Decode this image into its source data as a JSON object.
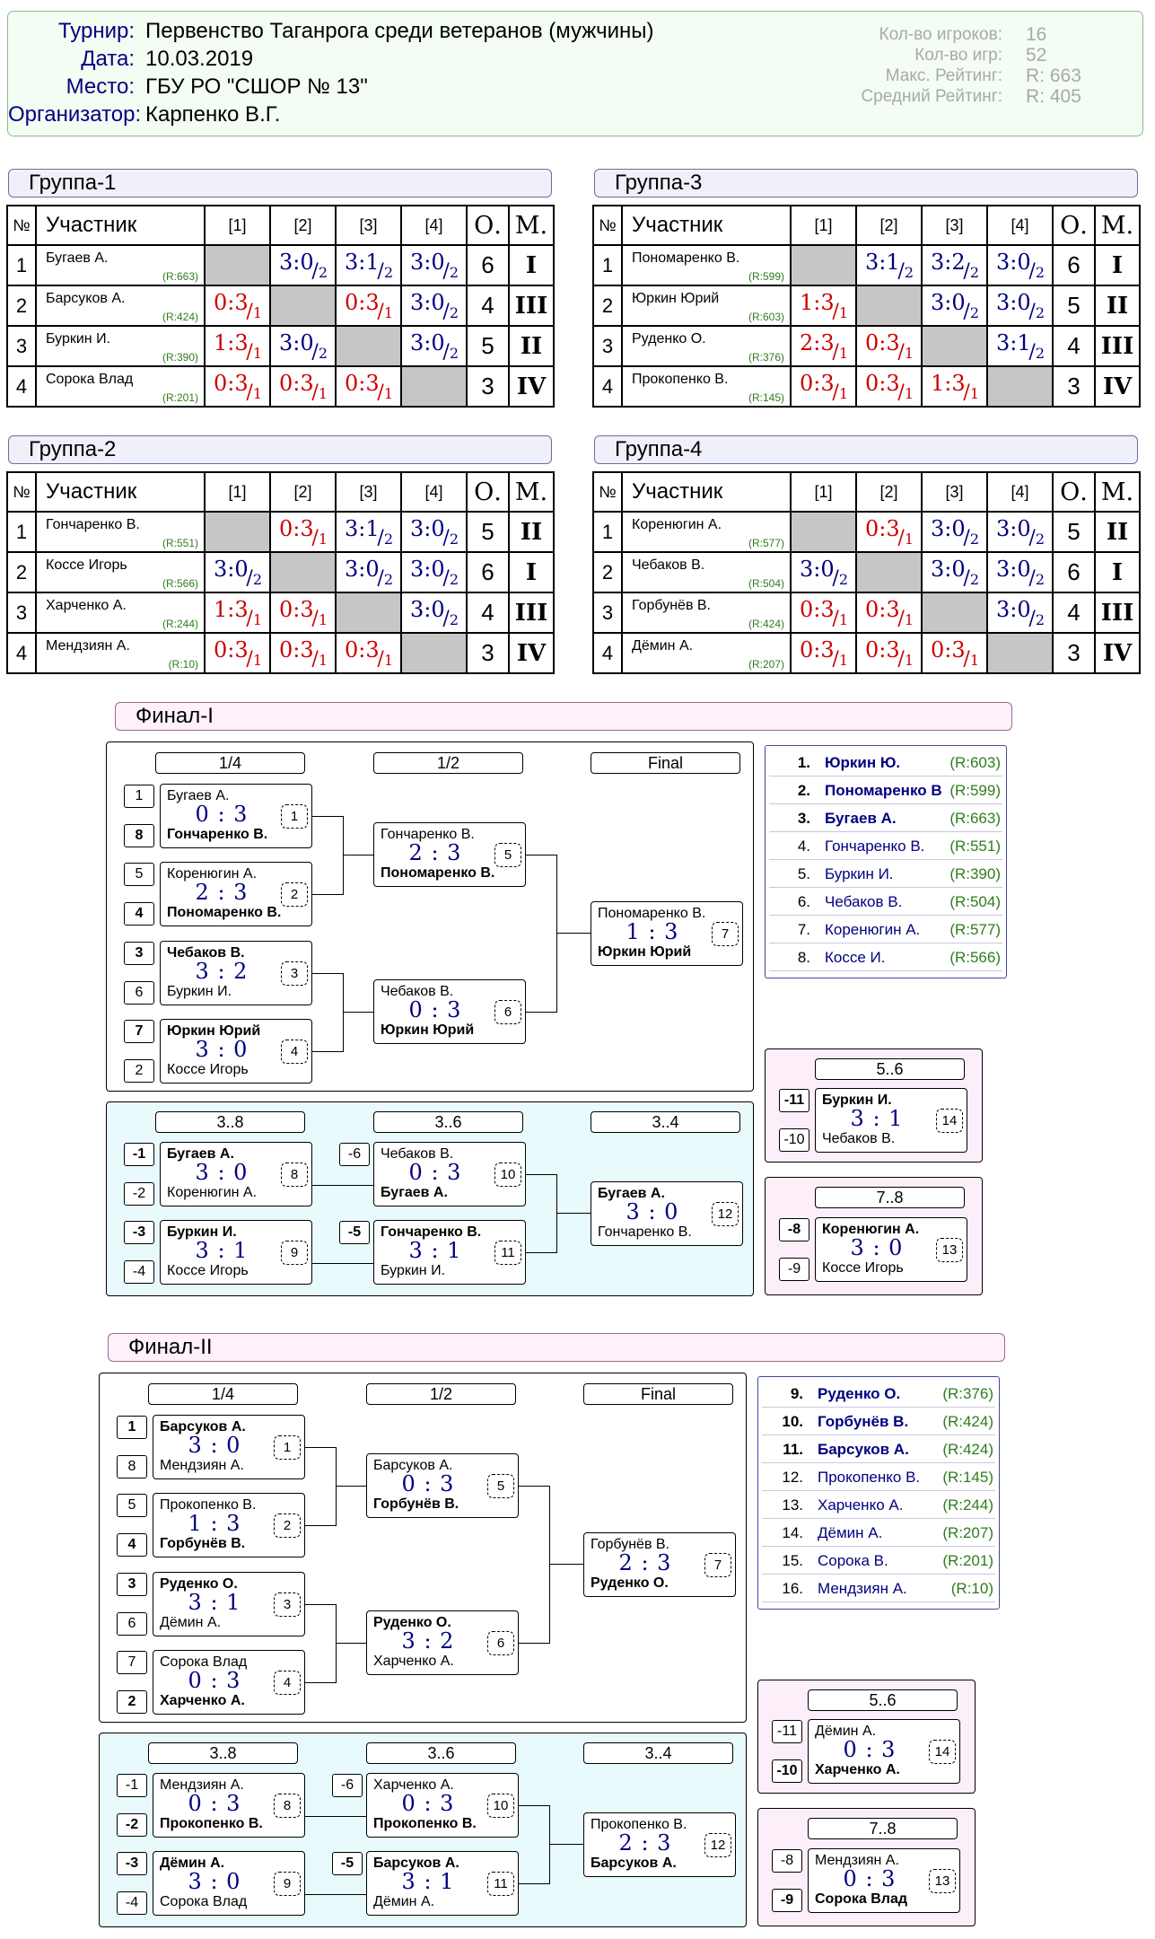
{
  "header": {
    "rows": [
      {
        "label": "Турнир:",
        "value": "Первенство Таганрога среди ветеранов (мужчины)"
      },
      {
        "label": "Дата:",
        "value": "10.03.2019"
      },
      {
        "label": "Место:",
        "value": "ГБУ РО \"СШОР № 13\""
      },
      {
        "label": "Организатор:",
        "value": "Карпенко В.Г."
      }
    ],
    "stats": [
      {
        "label": "Кол-во игроков:",
        "value": "16"
      },
      {
        "label": "Кол-во игр:",
        "value": "52"
      },
      {
        "label": "Макс. Рейтинг:",
        "value": "R: 663"
      },
      {
        "label": "Средний Рейтинг:",
        "value": "R: 405"
      }
    ]
  },
  "table_headers": {
    "num": "№",
    "player": "Участник",
    "c1": "[1]",
    "c2": "[2]",
    "c3": "[3]",
    "c4": "[4]",
    "points": "О.",
    "place": "М."
  },
  "groups": [
    {
      "title": "Группа-1",
      "rows": [
        {
          "n": "1",
          "name": "Бугаев А.",
          "rating": "(R:663)",
          "cells": [
            null,
            {
              "s": "3:0",
              "p": "2"
            },
            {
              "s": "3:1",
              "p": "2"
            },
            {
              "s": "3:0",
              "p": "2"
            }
          ],
          "points": "6",
          "place": "I"
        },
        {
          "n": "2",
          "name": "Барсуков А.",
          "rating": "(R:424)",
          "cells": [
            {
              "s": "0:3",
              "p": "1"
            },
            null,
            {
              "s": "0:3",
              "p": "1"
            },
            {
              "s": "3:0",
              "p": "2"
            }
          ],
          "points": "4",
          "place": "III"
        },
        {
          "n": "3",
          "name": "Буркин И.",
          "rating": "(R:390)",
          "cells": [
            {
              "s": "1:3",
              "p": "1"
            },
            {
              "s": "3:0",
              "p": "2"
            },
            null,
            {
              "s": "3:0",
              "p": "2"
            }
          ],
          "points": "5",
          "place": "II"
        },
        {
          "n": "4",
          "name": "Сорока Влад",
          "rating": "(R:201)",
          "cells": [
            {
              "s": "0:3",
              "p": "1"
            },
            {
              "s": "0:3",
              "p": "1"
            },
            {
              "s": "0:3",
              "p": "1"
            },
            null
          ],
          "points": "3",
          "place": "IV"
        }
      ]
    },
    {
      "title": "Группа-3",
      "rows": [
        {
          "n": "1",
          "name": "Пономаренко В.",
          "rating": "(R:599)",
          "cells": [
            null,
            {
              "s": "3:1",
              "p": "2"
            },
            {
              "s": "3:2",
              "p": "2"
            },
            {
              "s": "3:0",
              "p": "2"
            }
          ],
          "points": "6",
          "place": "I"
        },
        {
          "n": "2",
          "name": "Юркин Юрий",
          "rating": "(R:603)",
          "cells": [
            {
              "s": "1:3",
              "p": "1"
            },
            null,
            {
              "s": "3:0",
              "p": "2"
            },
            {
              "s": "3:0",
              "p": "2"
            }
          ],
          "points": "5",
          "place": "II"
        },
        {
          "n": "3",
          "name": "Руденко О.",
          "rating": "(R:376)",
          "cells": [
            {
              "s": "2:3",
              "p": "1"
            },
            {
              "s": "0:3",
              "p": "1"
            },
            null,
            {
              "s": "3:1",
              "p": "2"
            }
          ],
          "points": "4",
          "place": "III"
        },
        {
          "n": "4",
          "name": "Прокопенко В.",
          "rating": "(R:145)",
          "cells": [
            {
              "s": "0:3",
              "p": "1"
            },
            {
              "s": "0:3",
              "p": "1"
            },
            {
              "s": "1:3",
              "p": "1"
            },
            null
          ],
          "points": "3",
          "place": "IV"
        }
      ]
    },
    {
      "title": "Группа-2",
      "rows": [
        {
          "n": "1",
          "name": "Гончаренко В.",
          "rating": "(R:551)",
          "cells": [
            null,
            {
              "s": "0:3",
              "p": "1"
            },
            {
              "s": "3:1",
              "p": "2"
            },
            {
              "s": "3:0",
              "p": "2"
            }
          ],
          "points": "5",
          "place": "II"
        },
        {
          "n": "2",
          "name": "Коссе Игорь",
          "rating": "(R:566)",
          "cells": [
            {
              "s": "3:0",
              "p": "2"
            },
            null,
            {
              "s": "3:0",
              "p": "2"
            },
            {
              "s": "3:0",
              "p": "2"
            }
          ],
          "points": "6",
          "place": "I"
        },
        {
          "n": "3",
          "name": "Харченко А.",
          "rating": "(R:244)",
          "cells": [
            {
              "s": "1:3",
              "p": "1"
            },
            {
              "s": "0:3",
              "p": "1"
            },
            null,
            {
              "s": "3:0",
              "p": "2"
            }
          ],
          "points": "4",
          "place": "III"
        },
        {
          "n": "4",
          "name": "Мендзиян А.",
          "rating": "(R:10)",
          "cells": [
            {
              "s": "0:3",
              "p": "1"
            },
            {
              "s": "0:3",
              "p": "1"
            },
            {
              "s": "0:3",
              "p": "1"
            },
            null
          ],
          "points": "3",
          "place": "IV"
        }
      ]
    },
    {
      "title": "Группа-4",
      "rows": [
        {
          "n": "1",
          "name": "Коренюгин А.",
          "rating": "(R:577)",
          "cells": [
            null,
            {
              "s": "0:3",
              "p": "1"
            },
            {
              "s": "3:0",
              "p": "2"
            },
            {
              "s": "3:0",
              "p": "2"
            }
          ],
          "points": "5",
          "place": "II"
        },
        {
          "n": "2",
          "name": "Чебаков В.",
          "rating": "(R:504)",
          "cells": [
            {
              "s": "3:0",
              "p": "2"
            },
            null,
            {
              "s": "3:0",
              "p": "2"
            },
            {
              "s": "3:0",
              "p": "2"
            }
          ],
          "points": "6",
          "place": "I"
        },
        {
          "n": "3",
          "name": "Горбунёв В.",
          "rating": "(R:424)",
          "cells": [
            {
              "s": "0:3",
              "p": "1"
            },
            {
              "s": "0:3",
              "p": "1"
            },
            null,
            {
              "s": "3:0",
              "p": "2"
            }
          ],
          "points": "4",
          "place": "III"
        },
        {
          "n": "4",
          "name": "Дёмин А.",
          "rating": "(R:207)",
          "cells": [
            {
              "s": "0:3",
              "p": "1"
            },
            {
              "s": "0:3",
              "p": "1"
            },
            {
              "s": "0:3",
              "p": "1"
            },
            null
          ],
          "points": "3",
          "place": "IV"
        }
      ]
    }
  ],
  "finals": [
    {
      "title": "Финал-I",
      "rounds": [
        "1/4",
        "1/2",
        "Final",
        "3..8",
        "3..6",
        "3..4",
        "5..6",
        "7..8"
      ],
      "seeds": [
        "1",
        "8",
        "5",
        "4",
        "3",
        "6",
        "7",
        "2",
        "-1",
        "-2",
        "-3",
        "-4",
        "-6",
        "-5",
        "-11",
        "-10",
        "-8",
        "-9"
      ],
      "matches": [
        {
          "no": "1",
          "top": "Бугаев А.",
          "bot": "Гончаренко В.",
          "score": "0 : 3",
          "w": "bot"
        },
        {
          "no": "2",
          "top": "Коренюгин А.",
          "bot": "Пономаренко В.",
          "score": "2 : 3",
          "w": "bot"
        },
        {
          "no": "3",
          "top": "Чебаков В.",
          "bot": "Буркин И.",
          "score": "3 : 2",
          "w": "top"
        },
        {
          "no": "4",
          "top": "Юркин Юрий",
          "bot": "Коссе Игорь",
          "score": "3 : 0",
          "w": "top"
        },
        {
          "no": "5",
          "top": "Гончаренко В.",
          "bot": "Пономаренко В.",
          "score": "2 : 3",
          "w": "bot"
        },
        {
          "no": "6",
          "top": "Чебаков В.",
          "bot": "Юркин Юрий",
          "score": "0 : 3",
          "w": "bot"
        },
        {
          "no": "7",
          "top": "Пономаренко В.",
          "bot": "Юркин Юрий",
          "score": "1 : 3",
          "w": "bot"
        },
        {
          "no": "8",
          "top": "Бугаев А.",
          "bot": "Коренюгин А.",
          "score": "3 : 0",
          "w": "top"
        },
        {
          "no": "9",
          "top": "Буркин И.",
          "bot": "Коссе Игорь",
          "score": "3 : 1",
          "w": "top"
        },
        {
          "no": "10",
          "top": "Чебаков В.",
          "bot": "Бугаев А.",
          "score": "0 : 3",
          "w": "bot"
        },
        {
          "no": "11",
          "top": "Гончаренко В.",
          "bot": "Буркин И.",
          "score": "3 : 1",
          "w": "top"
        },
        {
          "no": "12",
          "top": "Бугаев А.",
          "bot": "Гончаренко В.",
          "score": "3 : 0",
          "w": "top"
        },
        {
          "no": "14",
          "top": "Буркин И.",
          "bot": "Чебаков В.",
          "score": "3 : 1",
          "w": "top"
        },
        {
          "no": "13",
          "top": "Коренюгин А.",
          "bot": "Коссе Игорь",
          "score": "3 : 0",
          "w": "top"
        }
      ],
      "standings": [
        {
          "place": "1.",
          "name": "Юркин Ю.",
          "rating": "(R:603)"
        },
        {
          "place": "2.",
          "name": "Пономаренко В",
          "rating": "(R:599)"
        },
        {
          "place": "3.",
          "name": "Бугаев А.",
          "rating": "(R:663)"
        },
        {
          "place": "4.",
          "name": "Гончаренко В.",
          "rating": "(R:551)"
        },
        {
          "place": "5.",
          "name": "Буркин И.",
          "rating": "(R:390)"
        },
        {
          "place": "6.",
          "name": "Чебаков В.",
          "rating": "(R:504)"
        },
        {
          "place": "7.",
          "name": "Коренюгин А.",
          "rating": "(R:577)"
        },
        {
          "place": "8.",
          "name": "Коссе И.",
          "rating": "(R:566)"
        }
      ]
    },
    {
      "title": "Финал-II",
      "rounds": [
        "1/4",
        "1/2",
        "Final",
        "3..8",
        "3..6",
        "3..4",
        "5..6",
        "7..8"
      ],
      "seeds": [
        "1",
        "8",
        "5",
        "4",
        "3",
        "6",
        "7",
        "2",
        "-1",
        "-2",
        "-3",
        "-4",
        "-6",
        "-5",
        "-11",
        "-10",
        "-8",
        "-9"
      ],
      "matches": [
        {
          "no": "1",
          "top": "Барсуков А.",
          "bot": "Мендзиян А.",
          "score": "3 : 0",
          "w": "top"
        },
        {
          "no": "2",
          "top": "Прокопенко В.",
          "bot": "Горбунёв В.",
          "score": "1 : 3",
          "w": "bot"
        },
        {
          "no": "3",
          "top": "Руденко О.",
          "bot": "Дёмин А.",
          "score": "3 : 1",
          "w": "top"
        },
        {
          "no": "4",
          "top": "Сорока Влад",
          "bot": "Харченко А.",
          "score": "0 : 3",
          "w": "bot"
        },
        {
          "no": "5",
          "top": "Барсуков А.",
          "bot": "Горбунёв В.",
          "score": "0 : 3",
          "w": "bot"
        },
        {
          "no": "6",
          "top": "Руденко О.",
          "bot": "Харченко А.",
          "score": "3 : 2",
          "w": "top"
        },
        {
          "no": "7",
          "top": "Горбунёв В.",
          "bot": "Руденко О.",
          "score": "2 : 3",
          "w": "bot"
        },
        {
          "no": "8",
          "top": "Мендзиян А.",
          "bot": "Прокопенко В.",
          "score": "0 : 3",
          "w": "bot"
        },
        {
          "no": "9",
          "top": "Дёмин А.",
          "bot": "Сорока Влад",
          "score": "3 : 0",
          "w": "top"
        },
        {
          "no": "10",
          "top": "Харченко А.",
          "bot": "Прокопенко В.",
          "score": "0 : 3",
          "w": "bot"
        },
        {
          "no": "11",
          "top": "Барсуков А.",
          "bot": "Дёмин А.",
          "score": "3 : 1",
          "w": "top"
        },
        {
          "no": "12",
          "top": "Прокопенко В.",
          "bot": "Барсуков А.",
          "score": "2 : 3",
          "w": "bot"
        },
        {
          "no": "14",
          "top": "Дёмин А.",
          "bot": "Харченко А.",
          "score": "0 : 3",
          "w": "bot"
        },
        {
          "no": "13",
          "top": "Мендзиян А.",
          "bot": "Сорока Влад",
          "score": "0 : 3",
          "w": "bot"
        }
      ],
      "standings": [
        {
          "place": "9.",
          "name": "Руденко О.",
          "rating": "(R:376)"
        },
        {
          "place": "10.",
          "name": "Горбунёв В.",
          "rating": "(R:424)"
        },
        {
          "place": "11.",
          "name": "Барсуков А.",
          "rating": "(R:424)"
        },
        {
          "place": "12.",
          "name": "Прокопенко В.",
          "rating": "(R:145)"
        },
        {
          "place": "13.",
          "name": "Харченко А.",
          "rating": "(R:244)"
        },
        {
          "place": "14.",
          "name": "Дёмин А.",
          "rating": "(R:207)"
        },
        {
          "place": "15.",
          "name": "Сорока В.",
          "rating": "(R:201)"
        },
        {
          "place": "16.",
          "name": "Мендзиян А.",
          "rating": "(R:10)"
        }
      ]
    }
  ]
}
